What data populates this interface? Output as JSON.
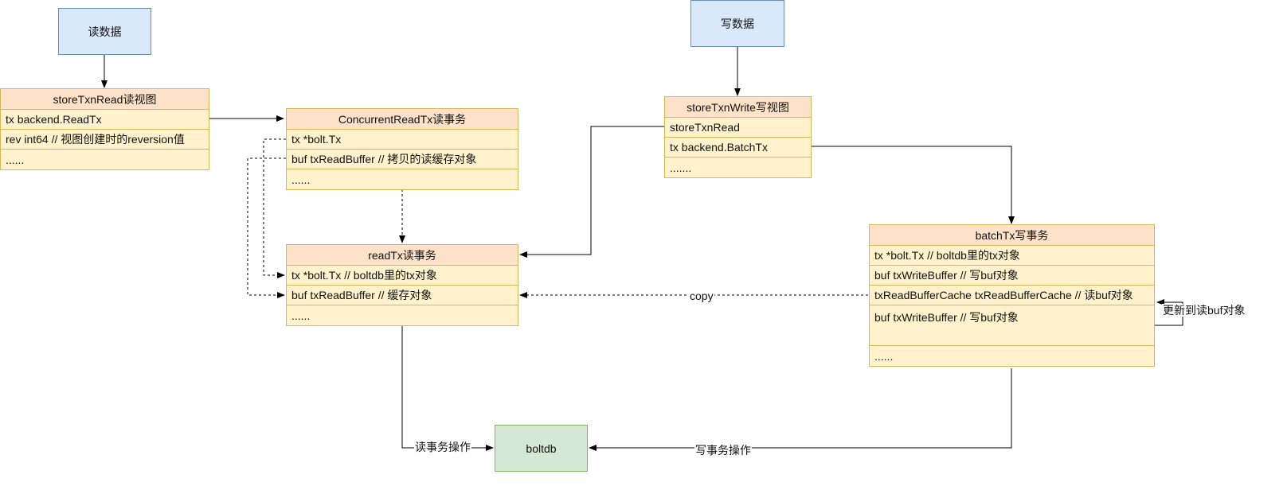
{
  "terminals": {
    "read_data": "读数据",
    "write_data": "写数据",
    "boltdb": "boltdb"
  },
  "store_txn_read": {
    "title": "storeTxnRead读视图",
    "rows": [
      "tx backend.ReadTx",
      "rev int64  // 视图创建时的reversion值",
      "......"
    ]
  },
  "concurrent_read_tx": {
    "title": "ConcurrentReadTx读事务",
    "rows": [
      "tx *bolt.Tx",
      "buf txReadBuffer  // 拷贝的读缓存对象",
      "......"
    ]
  },
  "read_tx": {
    "title": "readTx读事务",
    "rows": [
      "tx *bolt.Tx   // boltdb里的tx对象",
      "buf txReadBuffer  // 缓存对象",
      "......"
    ]
  },
  "store_txn_write": {
    "title": "storeTxnWrite写视图",
    "rows": [
      "storeTxnRead",
      "tx backend.BatchTx",
      "......."
    ]
  },
  "batch_tx": {
    "title": "batchTx写事务",
    "rows": [
      "tx *bolt.Tx   // boltdb里的tx对象",
      "buf txWriteBuffer  // 写buf对象",
      "txReadBufferCache txReadBufferCache  // 读buf对象",
      "buf txWriteBuffer  // 写buf对象",
      "......"
    ]
  },
  "edge_labels": {
    "copy": "copy",
    "update_read_buf": "更新到读buf对象",
    "read_ops": "读事务操作",
    "write_ops": "写事务操作"
  }
}
